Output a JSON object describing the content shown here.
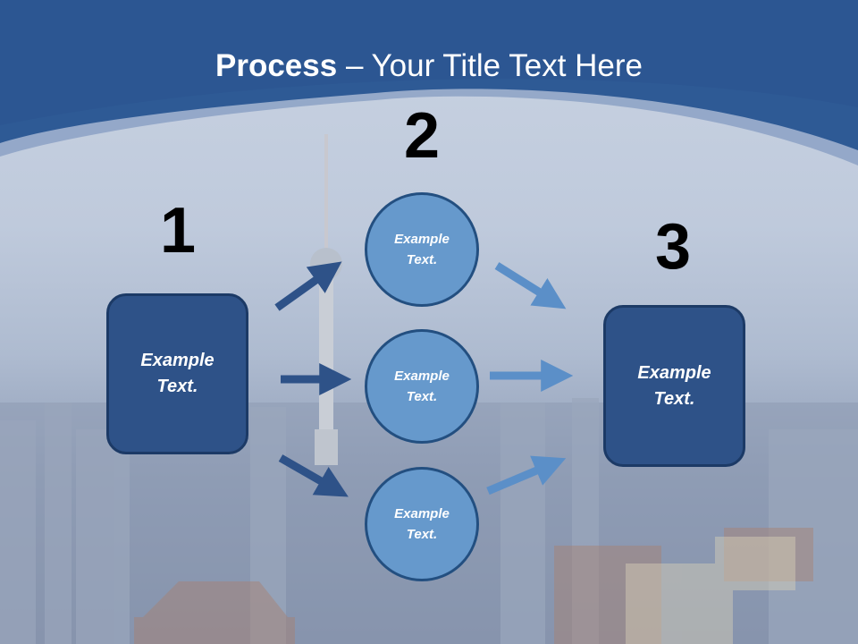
{
  "title": {
    "bold": "Process",
    "rest": " – Your Title Text Here"
  },
  "steps": [
    {
      "number": "1",
      "label_line1": "Example",
      "label_line2": "Text."
    },
    {
      "number": "2"
    },
    {
      "number": "3",
      "label_line1": "Example",
      "label_line2": "Text."
    }
  ],
  "circles": [
    {
      "label_line1": "Example",
      "label_line2": "Text."
    },
    {
      "label_line1": "Example",
      "label_line2": "Text."
    },
    {
      "label_line1": "Example",
      "label_line2": "Text."
    }
  ],
  "colors": {
    "header_blue": "#2e5a95",
    "box_fill": "#2e5288",
    "circle_fill": "#6699cc",
    "arrow_dark": "#2e5288",
    "arrow_light": "#5b8fc8"
  }
}
